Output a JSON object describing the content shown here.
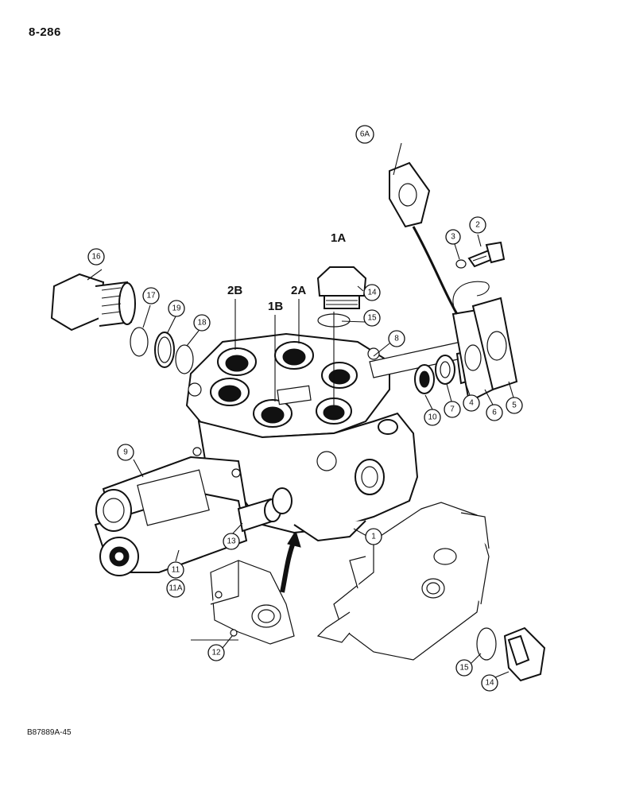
{
  "page": {
    "number": "8-286",
    "figure_code": "B87889A-45"
  },
  "port_labels": {
    "p1A": "1A",
    "p1B": "1B",
    "p2A": "2A",
    "p2B": "2B"
  },
  "callouts": {
    "c1": "1",
    "c2": "2",
    "c3": "3",
    "c4": "4",
    "c5": "5",
    "c6": "6",
    "c6A": "6A",
    "c7": "7",
    "c8": "8",
    "c9": "9",
    "c10": "10",
    "c11": "11",
    "c11A": "11A",
    "c12": "12",
    "c13": "13",
    "c14a": "14",
    "c14b": "14",
    "c15a": "15",
    "c15b": "15",
    "c16": "16",
    "c17": "17",
    "c18": "18",
    "c19": "19"
  }
}
